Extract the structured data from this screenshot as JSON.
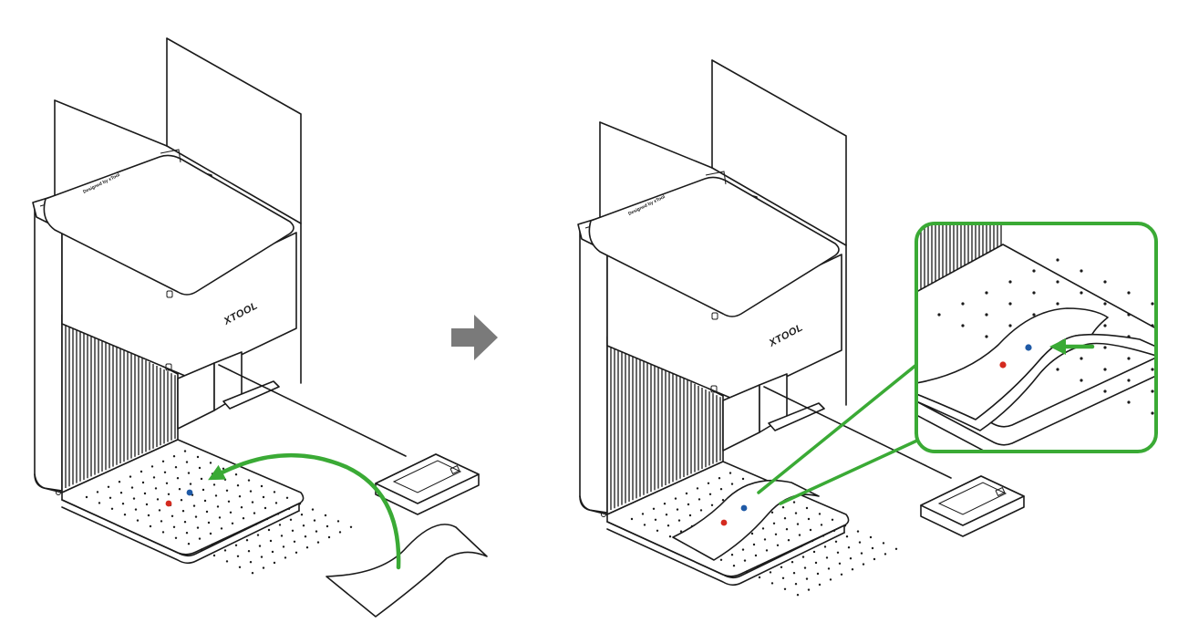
{
  "colors": {
    "accent": "#3aaa35",
    "arrow": "#7a7a7a",
    "dot_red": "#d42a1f",
    "dot_blue": "#1f5aa6",
    "line": "#1a1a1a"
  },
  "left_machine": {
    "brand": "XTOOL",
    "lid_text": "Designed by xTool"
  },
  "right_machine": {
    "brand": "XTOOL",
    "lid_text": "Designed by xTool"
  },
  "transition_icon": "right-arrow-icon"
}
